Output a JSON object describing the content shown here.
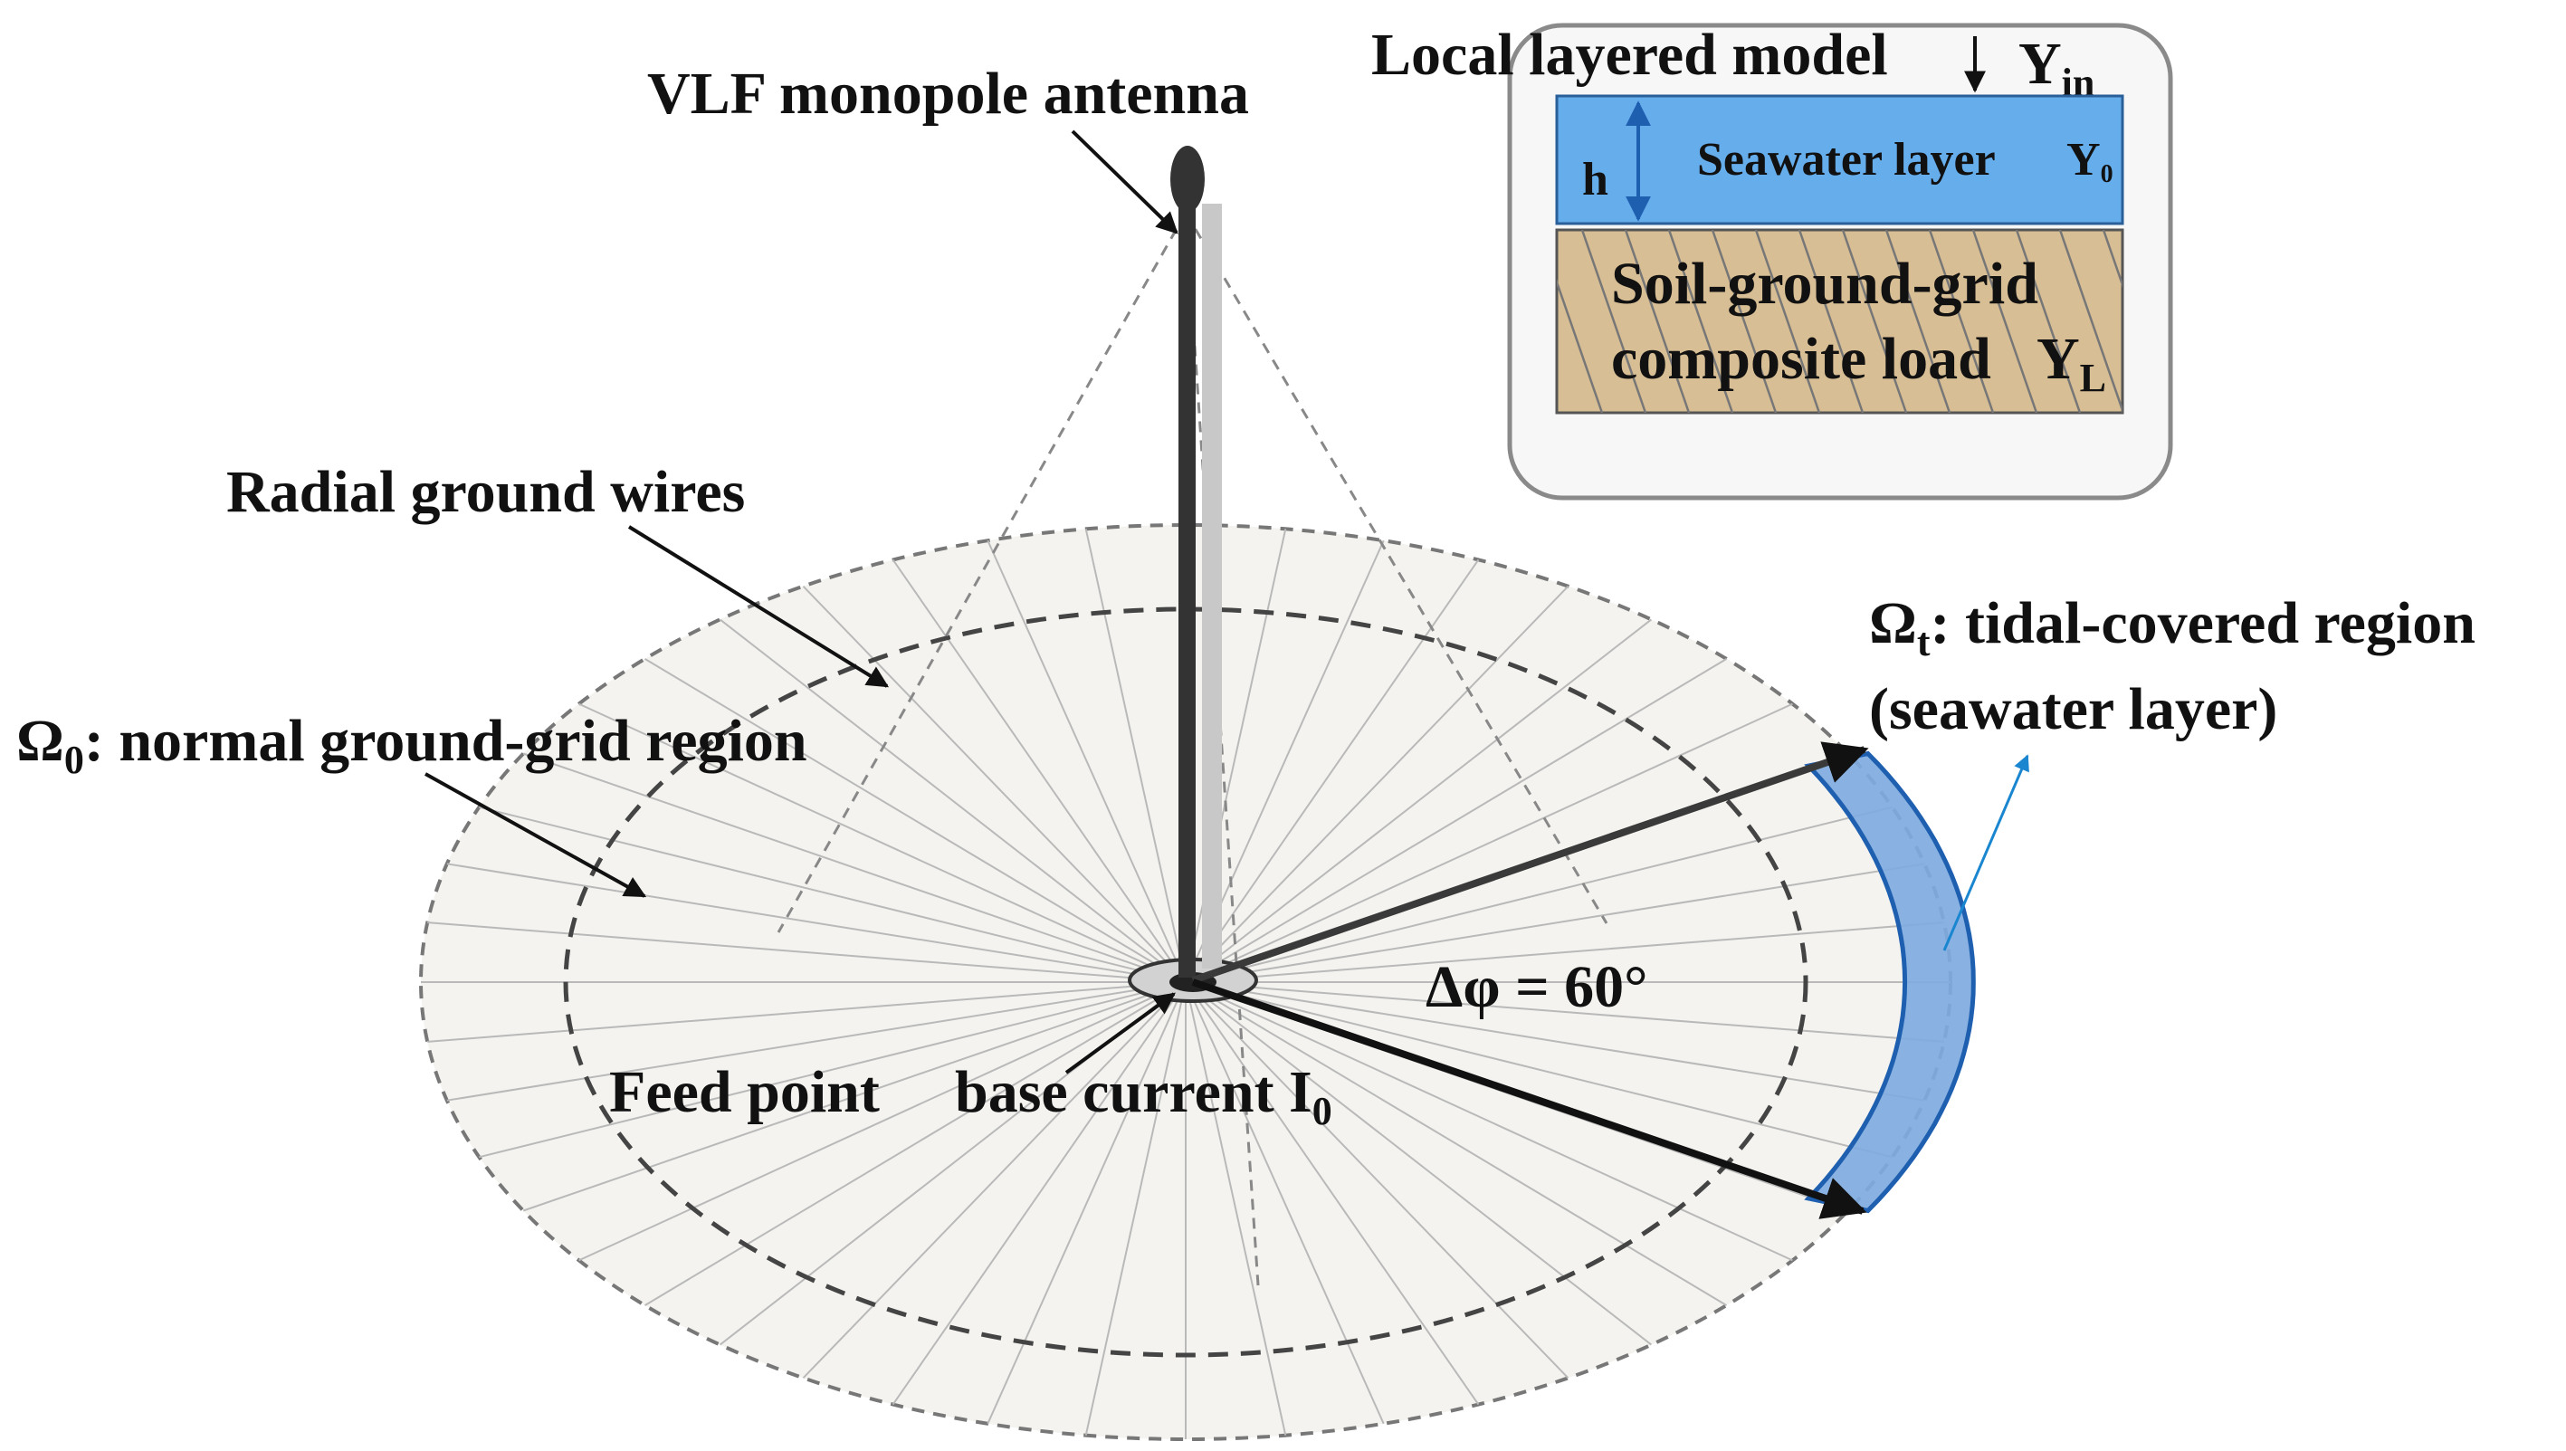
{
  "labels": {
    "antenna": "VLF monopole antenna",
    "radial_wires": "Radial ground wires",
    "omega0_symbol": "Ω",
    "omega0_sub": "0",
    "omega0_text": ": normal ground-grid region",
    "omegat_symbol": "Ω",
    "omegat_sub": "t",
    "omegat_text": ": tidal-covered region",
    "omegat_paren": "(seawater layer)",
    "delta_phi": "Δφ = 60°",
    "feed_point": "Feed point",
    "base_current": "base current I",
    "base_current_sub": "0"
  },
  "inset": {
    "title": "Local layered model",
    "yin": "Y",
    "yin_sub": "in",
    "seawater_label": "Seawater layer",
    "y0": "Y",
    "y0_sub": "0",
    "h_label": "h",
    "soil_line1": "Soil-ground-grid",
    "soil_line2": "composite load",
    "yl": "Y",
    "yl_sub": "L"
  },
  "colors": {
    "disk_fill": "#f4f3ef",
    "tidal_fill": "#7fabe0",
    "tidal_stroke": "#1f5fb0",
    "seawater_fill": "#66adec",
    "soil_fill": "#d8be94",
    "inset_bg": "#f7f7f7",
    "blue_arrow": "#1a86d0"
  },
  "geometry_values": {
    "sector_angle_deg": 60,
    "radial_wire_count": 48
  }
}
